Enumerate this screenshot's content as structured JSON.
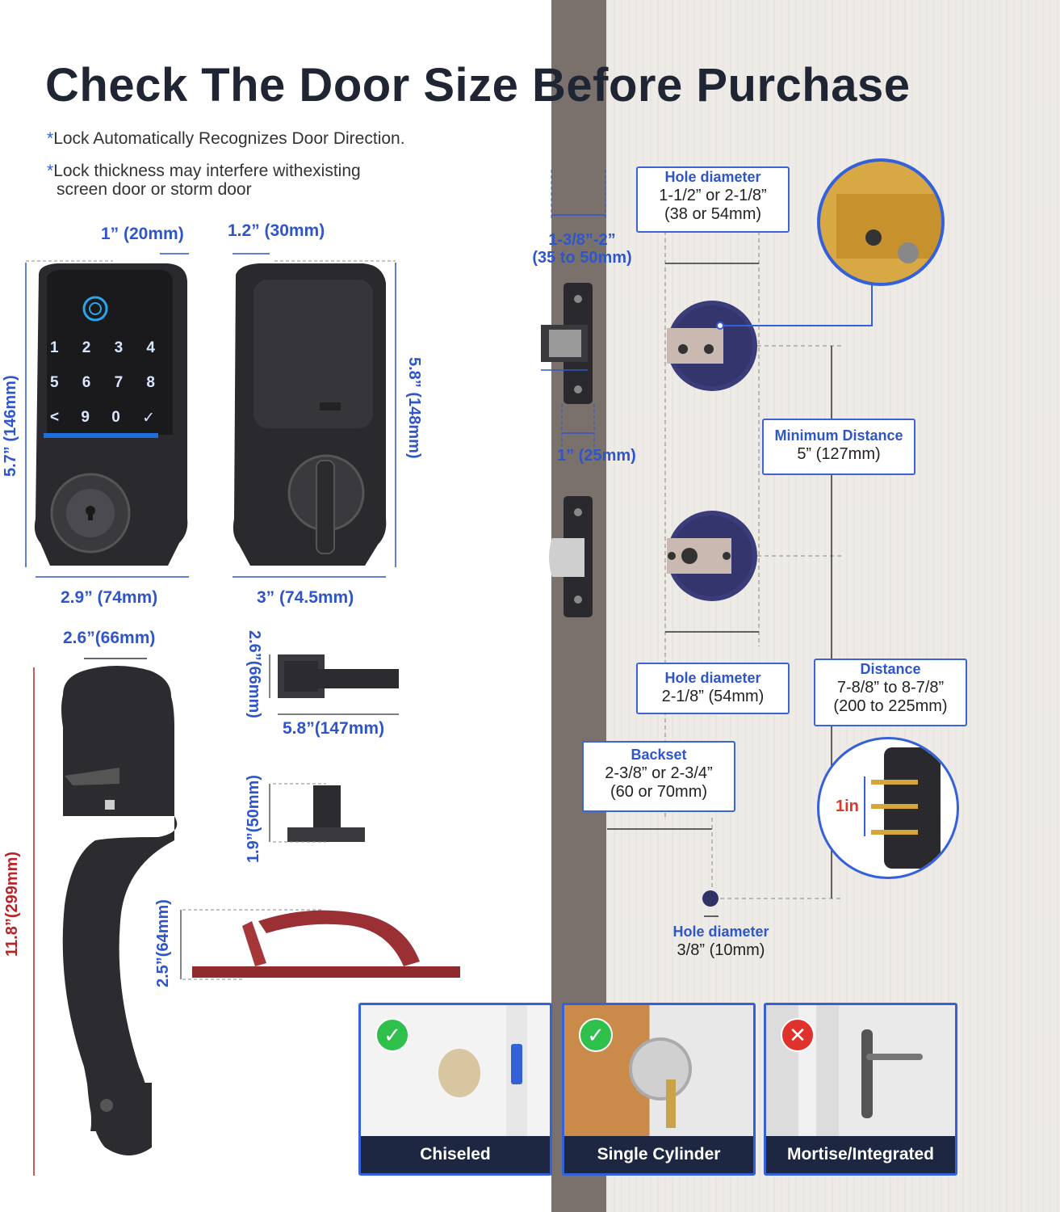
{
  "title": "Check The Door Size Before Purchase",
  "notes": {
    "note1": "Lock Automatically Recognizes Door Direction.",
    "note2_line1": "Lock thickness may interfere withexisting",
    "note2_line2": "screen door or storm door",
    "star": "*"
  },
  "lock_dims": {
    "front_depth": "1” (20mm)",
    "back_depth": "1.2” (30mm)",
    "front_height": "5.7” (146mm)",
    "back_height": "5.8” (148mm)",
    "front_width": "2.9” (74mm)",
    "back_width": "3” (74.5mm)"
  },
  "keypad": {
    "row1": [
      "1",
      "2",
      "3",
      "4"
    ],
    "row2": [
      "5",
      "6",
      "7",
      "8"
    ],
    "row3": [
      "<",
      "9",
      "0",
      "✓"
    ]
  },
  "handle_dims": {
    "plate_width": "2.6”(66mm)",
    "total_height": "11.8”(299mm)",
    "lever_height": "2.6”(66mm)",
    "lever_width": "5.8”(147mm)",
    "spindle_height": "1.9”(50mm)",
    "thumb_height": "2.5”(64mm)"
  },
  "door_dims": {
    "thickness_line1": "1-3/8”-2”",
    "thickness_line2": "(35 to 50mm)",
    "latch_width": "1” (25mm)",
    "hole_top": {
      "head": "Hole diameter",
      "line1": "1-1/2” or 2-1/8”",
      "line2": "(38 or 54mm)"
    },
    "min_distance": {
      "head": "Minimum Distance",
      "line1": "5” (127mm)"
    },
    "hole_mid": {
      "head": "Hole diameter",
      "line1": "2-1/8” (54mm)"
    },
    "distance": {
      "head": "Distance",
      "line1": "7-8/8”  to 8-7/8”",
      "line2": "(200 to 225mm)"
    },
    "backset": {
      "head": "Backset",
      "line1": "2-3/8” or 2-3/4”",
      "line2": "(60 or 70mm)"
    },
    "hole_small": {
      "head": "Hole diameter",
      "line1": "3/8” (10mm)"
    },
    "screw_spacing": "1in"
  },
  "door_types": [
    {
      "label": "Chiseled",
      "ok": true,
      "mark": "✓"
    },
    {
      "label": "Single Cylinder",
      "ok": true,
      "mark": "✓"
    },
    {
      "label": "Mortise/Integrated",
      "ok": false,
      "mark": "✕"
    }
  ],
  "colors": {
    "accent": "#3461d8",
    "navy": "#1d2742",
    "red": "#b6252a",
    "ok": "#2fbf4b",
    "bad": "#e0322c"
  }
}
